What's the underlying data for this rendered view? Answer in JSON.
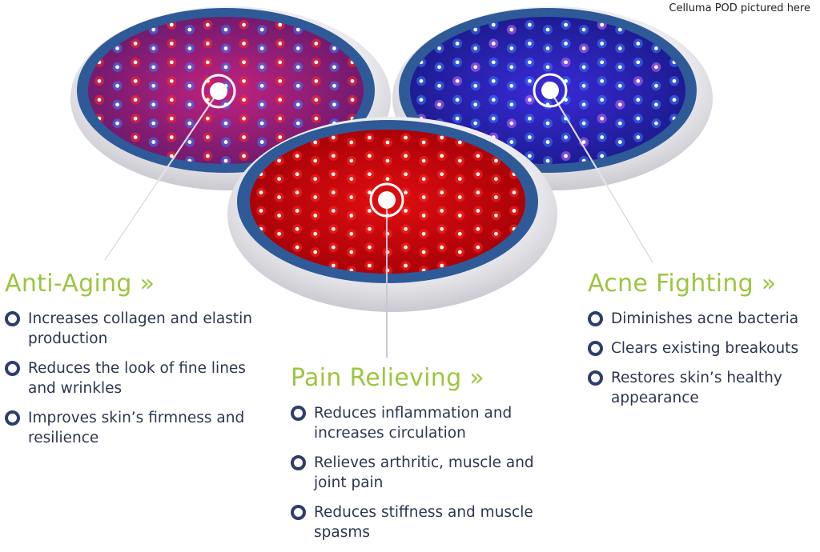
{
  "caption": "Celluma POD pictured here",
  "sections": {
    "anti_aging": {
      "title": "Anti-Aging »",
      "items": [
        "Increases collagen and elastin production",
        "Reduces the look of fine lines and wrinkles",
        "Improves skin’s firmness and resilience"
      ]
    },
    "pain_relieving": {
      "title": "Pain Relieving »",
      "items": [
        "Reduces inflammation and increases circulation",
        "Relieves arthritic, muscle and joint pain",
        "Reduces stiffness and muscle spasms"
      ]
    },
    "acne_fighting": {
      "title": "Acne Fighting »",
      "items": [
        "Diminishes acne bacteria",
        "Clears existing breakouts",
        "Restores skin’s healthy appearance"
      ]
    }
  },
  "devices": [
    {
      "name": "anti-aging-pod",
      "light": "red and blue"
    },
    {
      "name": "acne-fighting-pod",
      "light": "blue"
    },
    {
      "name": "pain-relieving-pod",
      "light": "red"
    }
  ],
  "colors": {
    "heading": "#9cc63f",
    "text": "#2d3550",
    "bullet": "#2f3d6b",
    "rim": "#2f5a98",
    "shell": "#e6e6ea",
    "red_led": "#ff2a20",
    "blue_led": "#3a7cff"
  }
}
